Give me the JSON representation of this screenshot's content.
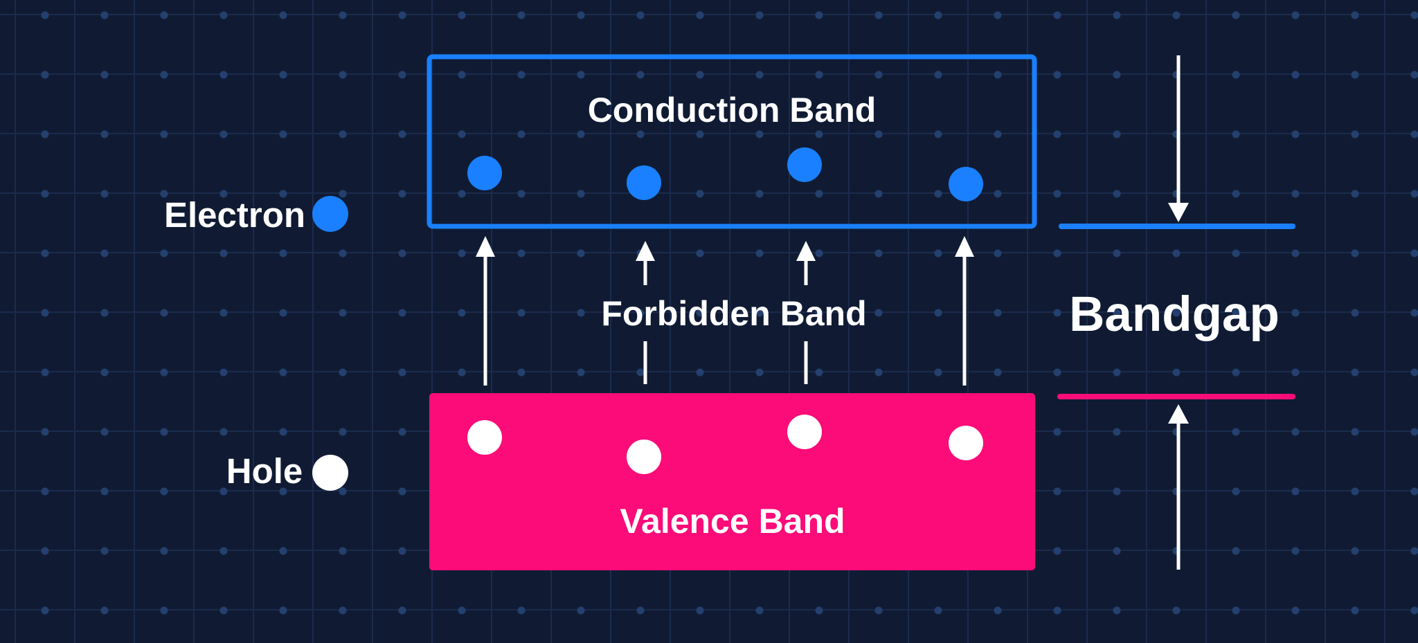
{
  "colors": {
    "background": "#101b33",
    "grid-line": "#1b2b4d",
    "grid-dot": "#24406e",
    "accent-blue": "#1a80ff",
    "accent-pink": "#fb0c78",
    "text": "#ffffff"
  },
  "bands": {
    "conduction": "Conduction Band",
    "forbidden": "Forbidden Band",
    "valence": "Valence Band"
  },
  "bandgap": {
    "label": "Bandgap"
  },
  "legend": {
    "electron": "Electron",
    "hole": "Hole"
  },
  "counts": {
    "electron_dots": 4,
    "hole_dots": 4,
    "transition_arrows": 4
  }
}
